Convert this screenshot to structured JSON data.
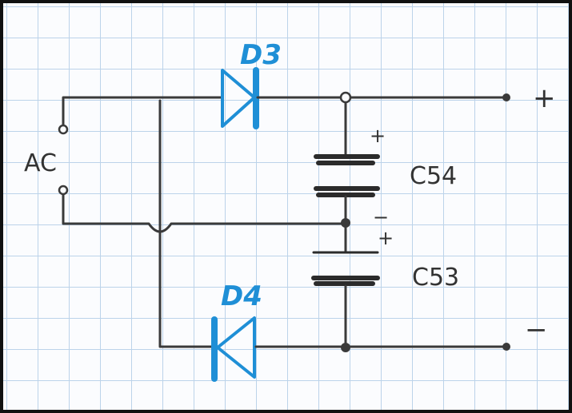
{
  "labels": {
    "ac": "AC",
    "d3": "D3",
    "d4": "D4",
    "c54": "C54",
    "c53": "C53",
    "out_plus": "+",
    "out_minus": "−",
    "c54_plus": "+",
    "c54_minus": "−",
    "c53_plus": "+"
  },
  "colors": {
    "diode": "#1f8fd6",
    "wire": "#3a3a3a",
    "grid": "#bcd3ea"
  }
}
